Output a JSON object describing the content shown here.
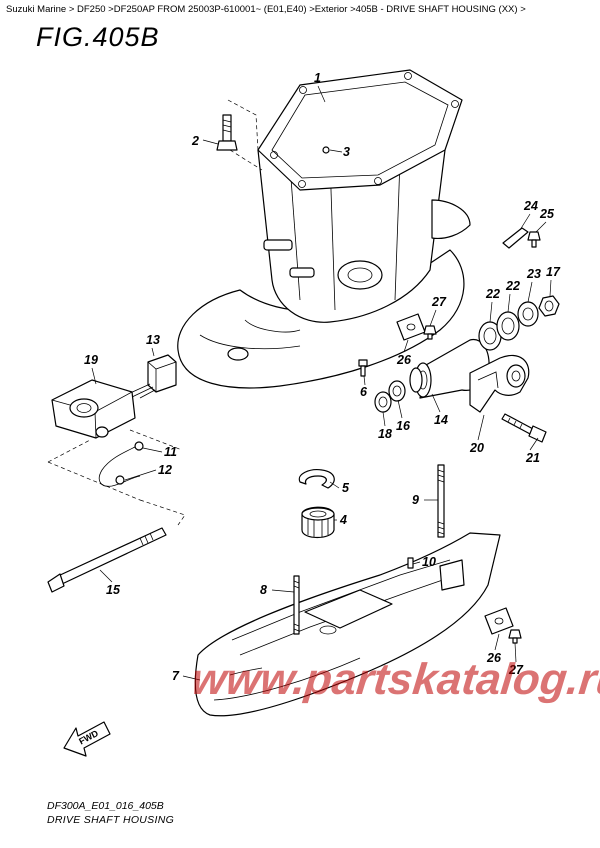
{
  "breadcrumb": "Suzuki Marine > DF250 >DF250AP FROM 25003P-610001~ (E01,E40) >Exterior >405B - DRIVE SHAFT HOUSING (XX) >",
  "figure_title": "FIG.405B",
  "footer": {
    "drawing_code": "DF300A_E01_016_405B",
    "drawing_name": "DRIVE SHAFT HOUSING"
  },
  "fwd_label": "FWD",
  "watermark": "www.partskatalog.ru",
  "callouts": {
    "c1": "1",
    "c2": "2",
    "c3": "3",
    "c4": "4",
    "c5": "5",
    "c6": "6",
    "c7": "7",
    "c8": "8",
    "c9": "9",
    "c10": "10",
    "c11": "11",
    "c12": "12",
    "c13": "13",
    "c14": "14",
    "c15": "15",
    "c16": "16",
    "c17": "17",
    "c18": "18",
    "c19": "19",
    "c20": "20",
    "c21": "21",
    "c22a": "22",
    "c22b": "22",
    "c23": "23",
    "c24": "24",
    "c25": "25",
    "c26a": "26",
    "c26b": "26",
    "c27a": "27",
    "c27b": "27"
  }
}
